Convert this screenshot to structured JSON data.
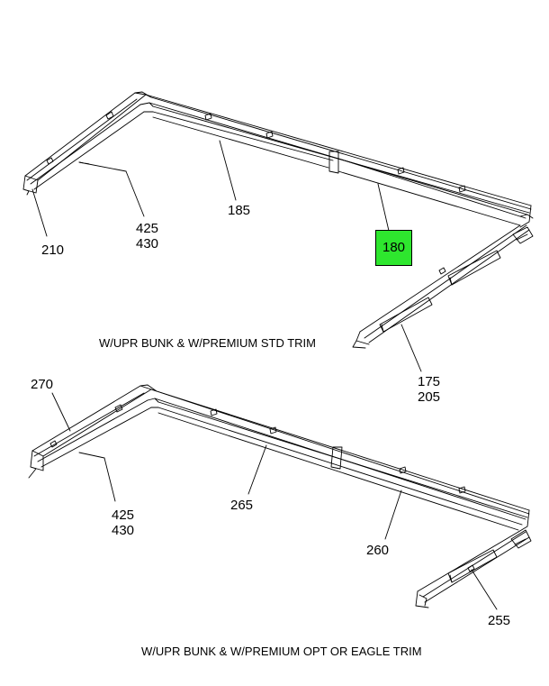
{
  "diagram_top": {
    "labels": {
      "p210": "210",
      "p425": "425",
      "p430": "430",
      "p185": "185",
      "p180": "180",
      "p175": "175",
      "p205": "205"
    },
    "caption": "W/UPR BUNK & W/PREMIUM STD TRIM",
    "highlight_color": "#2ee62e"
  },
  "diagram_bottom": {
    "labels": {
      "p270": "270",
      "p425": "425",
      "p430": "430",
      "p265": "265",
      "p260": "260",
      "p255": "255"
    },
    "caption": "W/UPR BUNK & W/PREMIUM OPT OR EAGLE TRIM"
  }
}
